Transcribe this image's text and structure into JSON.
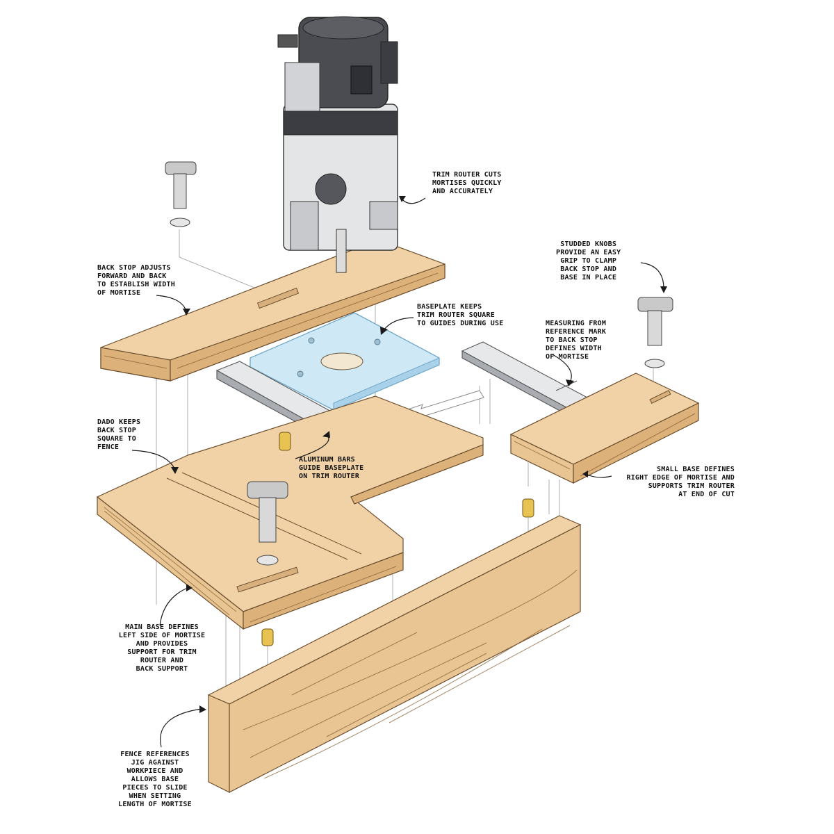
{
  "diagram": {
    "callouts": [
      {
        "id": "trim-router",
        "lines": [
          "TRIM ROUTER CUTS",
          "MORTISES QUICKLY",
          "AND ACCURATELY"
        ]
      },
      {
        "id": "back-stop",
        "lines": [
          "BACK STOP ADJUSTS",
          "FORWARD AND BACK",
          "TO ESTABLISH WIDTH",
          "OF MORTISE"
        ]
      },
      {
        "id": "baseplate",
        "lines": [
          "BASEPLATE KEEPS",
          "TRIM ROUTER SQUARE",
          "TO GUIDES DURING USE"
        ]
      },
      {
        "id": "studded-knobs",
        "lines": [
          "STUDDED KNOBS",
          "PROVIDE AN EASY",
          "GRIP TO CLAMP",
          "BACK STOP AND",
          "BASE IN PLACE"
        ]
      },
      {
        "id": "measuring",
        "lines": [
          "MEASURING FROM",
          "REFERENCE MARK",
          "TO BACK STOP",
          "DEFINES WIDTH",
          "OF MORTISE"
        ]
      },
      {
        "id": "dado",
        "lines": [
          "DADO KEEPS",
          "BACK STOP",
          "SQUARE TO",
          "FENCE"
        ]
      },
      {
        "id": "aluminum-bars",
        "lines": [
          "ALUMINUM BARS",
          "GUIDE BASEPLATE",
          "ON TRIM ROUTER"
        ]
      },
      {
        "id": "small-base",
        "lines": [
          "SMALL BASE DEFINES",
          "RIGHT EDGE OF MORTISE AND",
          "SUPPORTS TRIM ROUTER",
          "AT END OF CUT"
        ]
      },
      {
        "id": "main-base",
        "lines": [
          "MAIN BASE DEFINES",
          "LEFT SIDE OF MORTISE",
          "AND PROVIDES",
          "SUPPORT FOR TRIM",
          "ROUTER AND",
          "BACK SUPPORT"
        ]
      },
      {
        "id": "fence",
        "lines": [
          "FENCE REFERENCES",
          "JIG AGAINST",
          "WORKPIECE AND",
          "ALLOWS BASE",
          "PIECES TO SLIDE",
          "WHEN SETTING",
          "LENGTH OF MORTISE"
        ]
      }
    ]
  }
}
